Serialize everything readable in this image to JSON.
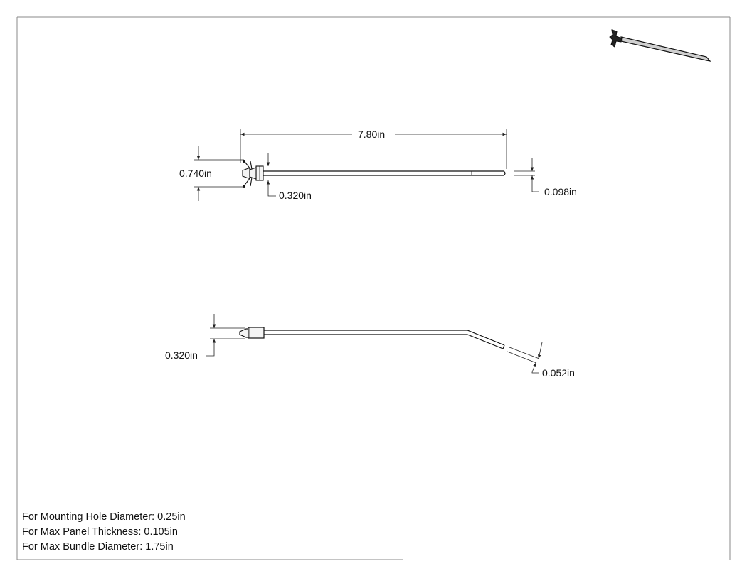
{
  "top_view": {
    "length": "7.80in",
    "head_height": "0.740in",
    "head_width": "0.320in",
    "strap_thickness": "0.098in"
  },
  "side_view": {
    "head_width": "0.320in",
    "strap_thickness": "0.052in"
  },
  "notes": [
    "For Mounting Hole Diameter: 0.25in",
    "For Max Panel Thickness: 0.105in",
    "For Max Bundle Diameter: 1.75in"
  ]
}
